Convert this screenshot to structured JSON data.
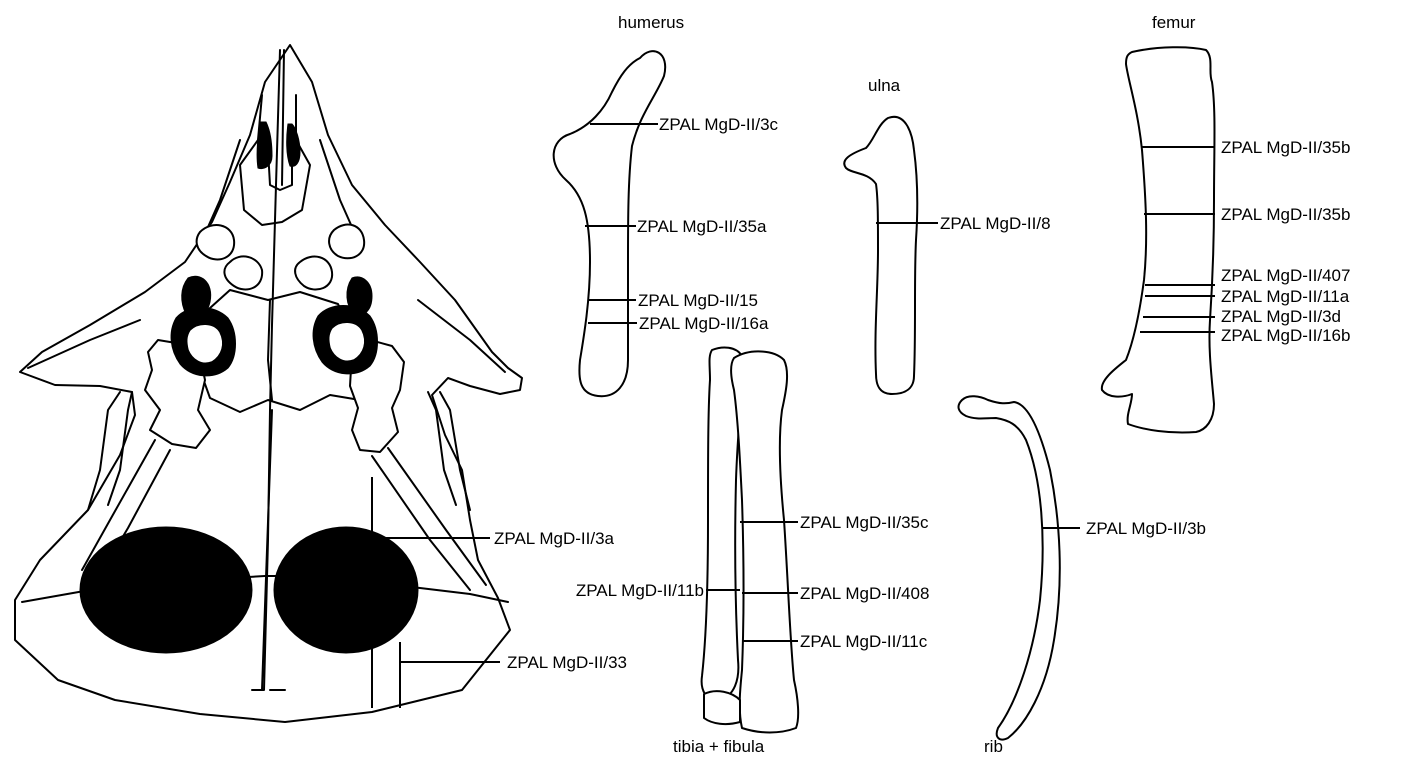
{
  "bones": {
    "humerus": "humerus",
    "ulna": "ulna",
    "femur": "femur",
    "tibia_fibula": "tibia + fibula",
    "rib": "rib"
  },
  "specimens": {
    "humerus": [
      "ZPAL MgD-II/3c",
      "ZPAL MgD-II/35a",
      "ZPAL MgD-II/15",
      "ZPAL MgD-II/16a"
    ],
    "ulna": [
      "ZPAL MgD-II/8"
    ],
    "femur": [
      "ZPAL MgD-II/35b",
      "ZPAL MgD-II/35b",
      "ZPAL MgD-II/407",
      "ZPAL MgD-II/11a",
      "ZPAL MgD-II/3d",
      "ZPAL MgD-II/16b"
    ],
    "tibia_fibula": [
      "ZPAL MgD-II/35c",
      "ZPAL MgD-II/408",
      "ZPAL MgD-II/11c",
      "ZPAL MgD-II/11b"
    ],
    "rib": [
      "ZPAL MgD-II/3b"
    ],
    "skull": [
      "ZPAL MgD-II/3a",
      "ZPAL MgD-II/33"
    ]
  }
}
